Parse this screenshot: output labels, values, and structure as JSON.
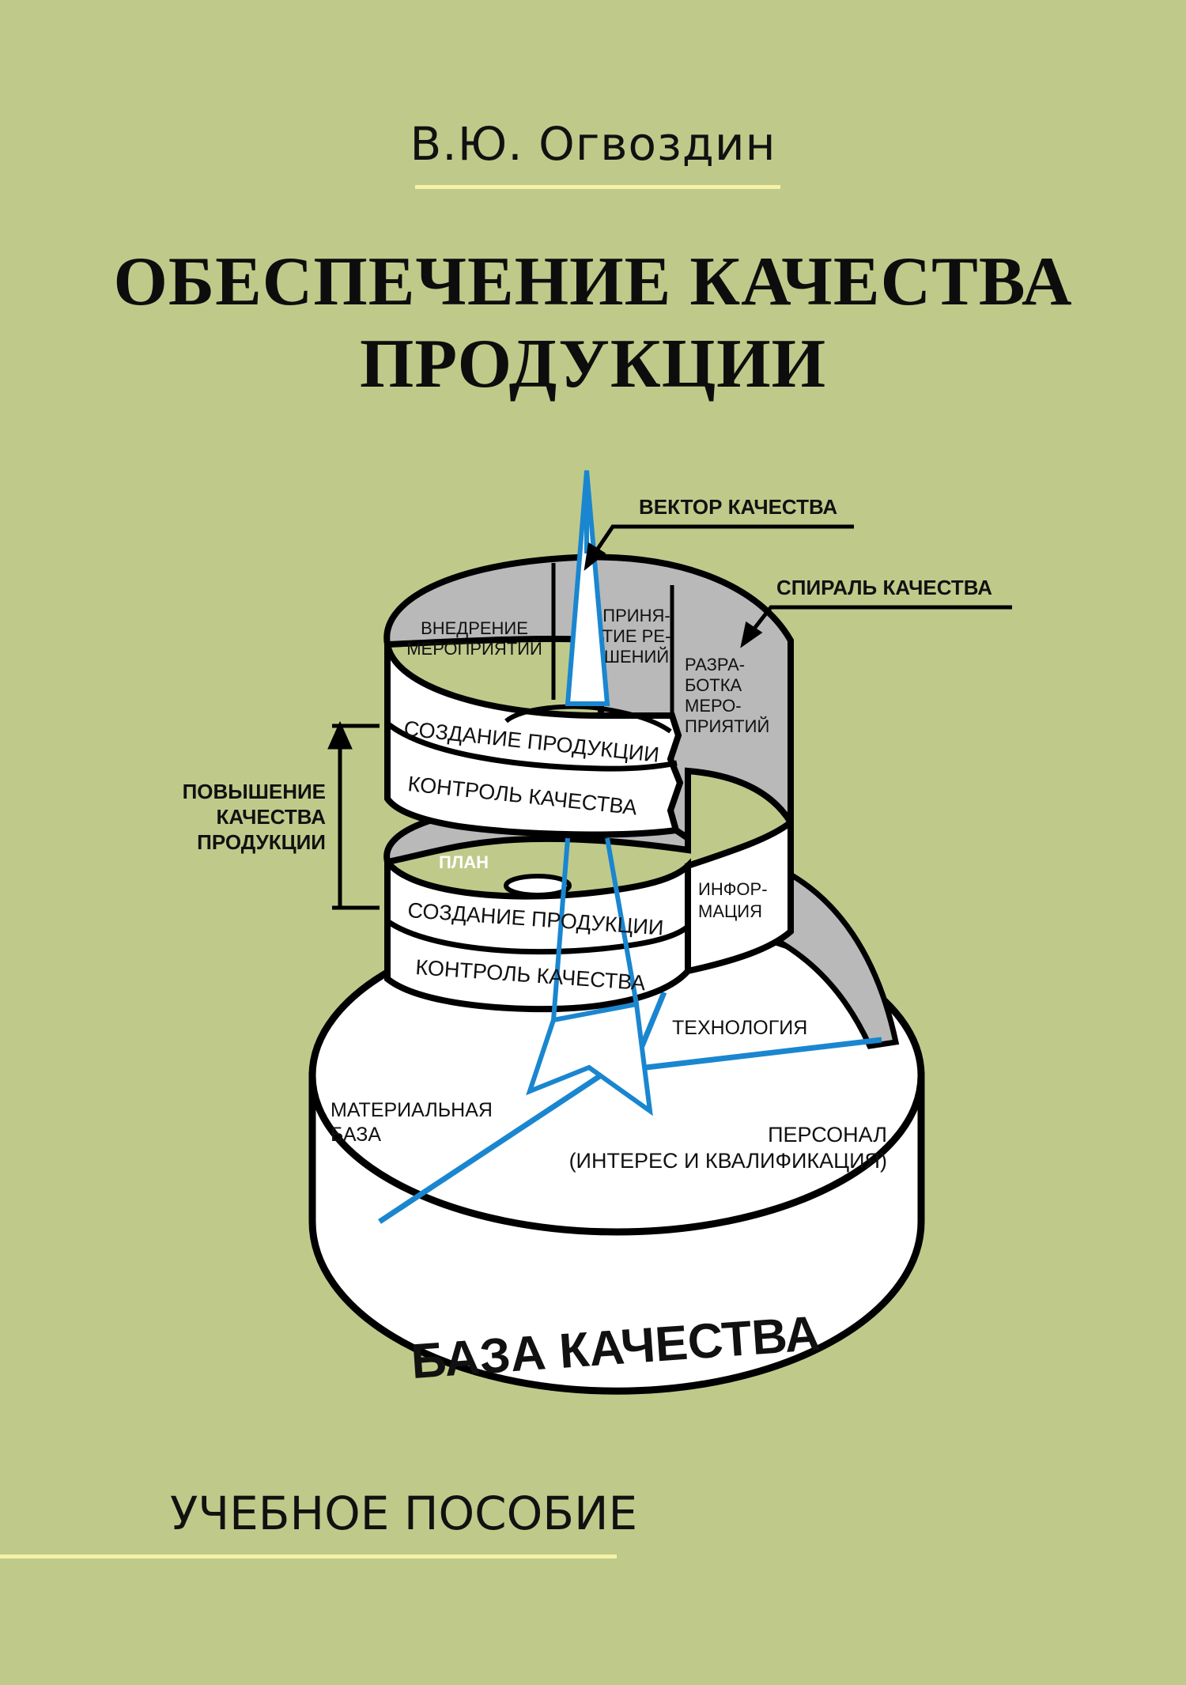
{
  "cover": {
    "author": "В.Ю. Огвоздин",
    "title_line1": "ОБЕСПЕЧЕНИЕ КАЧЕСТВА",
    "title_line2": "ПРОДУКЦИИ",
    "book_type": "УЧЕБНОЕ ПОСОБИЕ"
  },
  "diagram": {
    "vector_label": "ВЕКТОР КАЧЕСТВА",
    "spiral_label": "СПИРАЛЬ КАЧЕСТВА",
    "improvement_line1": "ПОВЫШЕНИЕ",
    "improvement_line2": "КАЧЕСТВА",
    "improvement_line3": "ПРОДУКЦИИ",
    "implementation_line1": "ВНЕДРЕНИЕ",
    "implementation_line2": "МЕРОПРИЯТИЙ",
    "decision_line1": "ПРИНЯ-",
    "decision_line2": "ТИЕ РЕ-",
    "decision_line3": "ШЕНИЙ",
    "development_line1": "РАЗРА-",
    "development_line2": "БОТКА",
    "development_line3": "МЕРО-",
    "development_line4": "ПРИЯТИЙ",
    "upper_production": "СОЗДАНИЕ ПРОДУКЦИИ",
    "upper_control": "КОНТРОЛЬ КАЧЕСТВА",
    "plan": "ПЛАН",
    "info_line1": "ИНФОР-",
    "info_line2": "МАЦИЯ",
    "lower_production": "СОЗДАНИЕ ПРОДУКЦИИ",
    "lower_control": "КОНТРОЛЬ КАЧЕСТВА",
    "technology": "ТЕХНОЛОГИЯ",
    "material_line1": "МАТЕРИАЛЬНАЯ",
    "material_line2": "БАЗА",
    "personnel_line1": "ПЕРСОНАЛ",
    "personnel_line2": "(ИНТЕРЕС И КВАЛИФИКАЦИЯ)",
    "base": "БАЗА КАЧЕСТВА"
  },
  "colors": {
    "background": "#bfca8a",
    "accent_rule": "#f6f2a8",
    "vector_blue": "#1a86d0",
    "band_gray": "#b9b9b9"
  }
}
